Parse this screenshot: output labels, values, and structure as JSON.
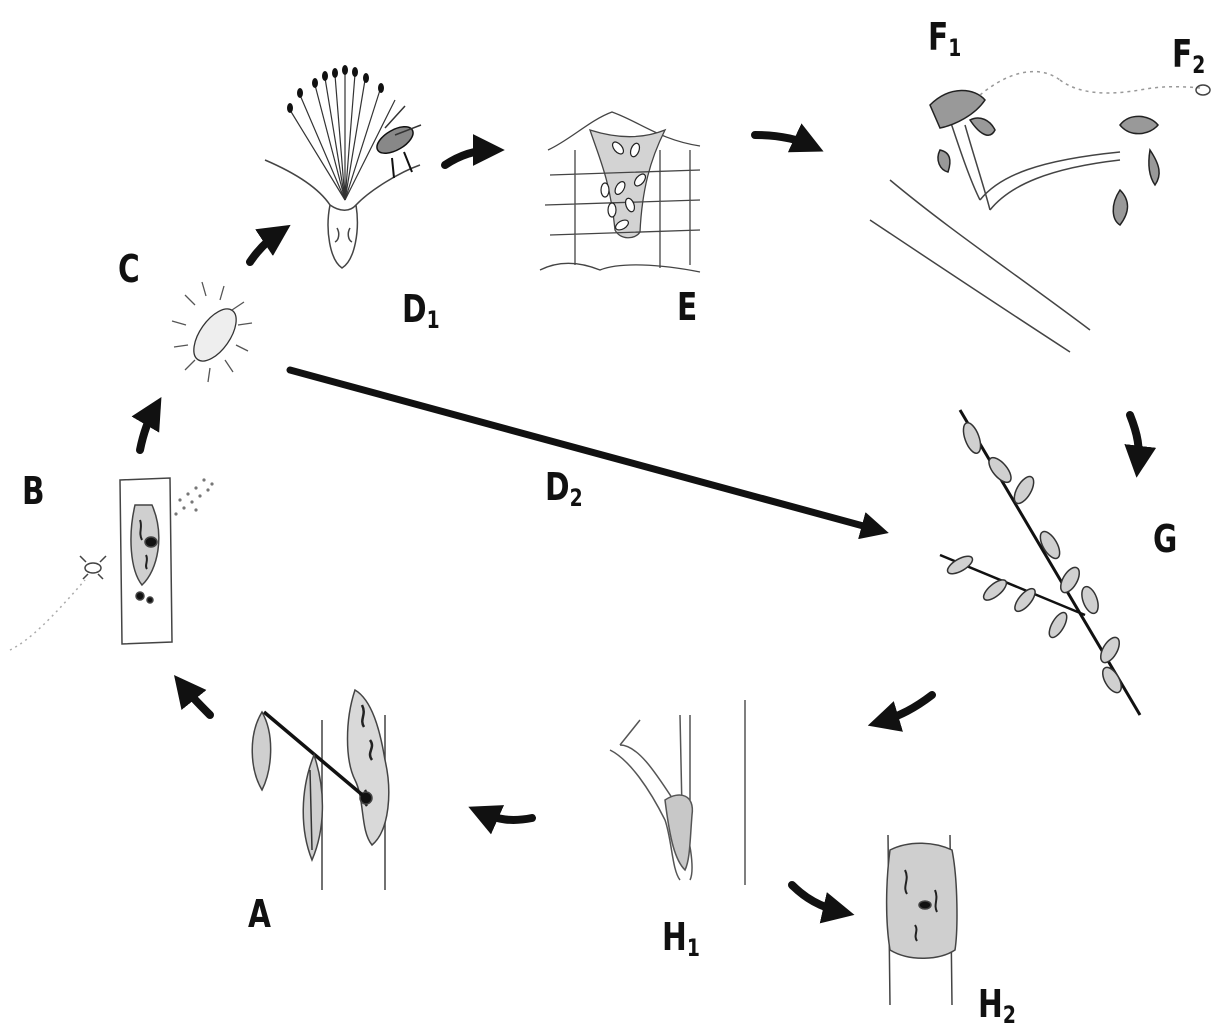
{
  "diagram": {
    "labels": {
      "A": {
        "main": "A",
        "sub": ""
      },
      "B": {
        "main": "B",
        "sub": ""
      },
      "C": {
        "main": "C",
        "sub": ""
      },
      "D1": {
        "main": "D",
        "sub": "1"
      },
      "D2": {
        "main": "D",
        "sub": "2"
      },
      "E": {
        "main": "E",
        "sub": ""
      },
      "F1": {
        "main": "F",
        "sub": "1"
      },
      "F2": {
        "main": "F",
        "sub": "2"
      },
      "G": {
        "main": "G",
        "sub": ""
      },
      "H1": {
        "main": "H",
        "sub": "1"
      },
      "H2": {
        "main": "H",
        "sub": "2"
      }
    },
    "colors": {
      "ink": "#111111",
      "pencil": "#555555",
      "shade": "#bdbdbd"
    }
  }
}
